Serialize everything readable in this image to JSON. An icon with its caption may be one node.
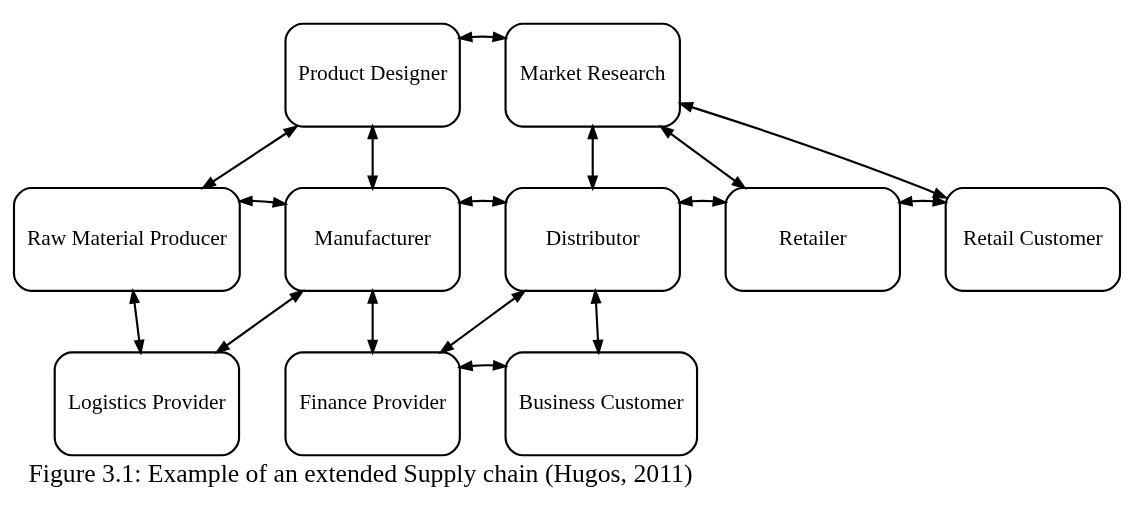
{
  "diagram": {
    "caption": "Figure 3.1: Example of an extended Supply chain (Hugos, 2011)",
    "nodes": [
      {
        "text": [
          "Product Designer"
        ]
      },
      {
        "text": [
          "Market Research"
        ]
      },
      {
        "text": [
          "Raw Material Producer"
        ]
      },
      {
        "text": [
          "Manufacturer"
        ]
      },
      {
        "text": [
          "Distributor"
        ]
      },
      {
        "text": [
          "Retailer"
        ]
      },
      {
        "text": [
          "Retail Customer"
        ]
      },
      {
        "text": [
          "Logistics Provider"
        ]
      },
      {
        "text": [
          "Finance Provider"
        ]
      },
      {
        "text": [
          "Business Customer"
        ]
      }
    ],
    "edges": [
      {
        "from": 0,
        "to": 1,
        "arrow": "both"
      },
      {
        "from": 0,
        "to": 2,
        "arrow": "both"
      },
      {
        "from": 0,
        "to": 3,
        "arrow": "both"
      },
      {
        "from": 1,
        "to": 4,
        "arrow": "both"
      },
      {
        "from": 1,
        "to": 5,
        "arrow": "both"
      },
      {
        "from": 1,
        "to": 6,
        "arrow": "both"
      },
      {
        "from": 2,
        "to": 3,
        "arrow": "both"
      },
      {
        "from": 3,
        "to": 4,
        "arrow": "both"
      },
      {
        "from": 4,
        "to": 5,
        "arrow": "both"
      },
      {
        "from": 5,
        "to": 6,
        "arrow": "both"
      },
      {
        "from": 2,
        "to": 7,
        "arrow": "both"
      },
      {
        "from": 3,
        "to": 7,
        "arrow": "both"
      },
      {
        "from": 3,
        "to": 8,
        "arrow": "both"
      },
      {
        "from": 4,
        "to": 8,
        "arrow": "both"
      },
      {
        "from": 4,
        "to": 9,
        "arrow": "both"
      },
      {
        "from": 8,
        "to": 9,
        "arrow": "both"
      }
    ]
  }
}
